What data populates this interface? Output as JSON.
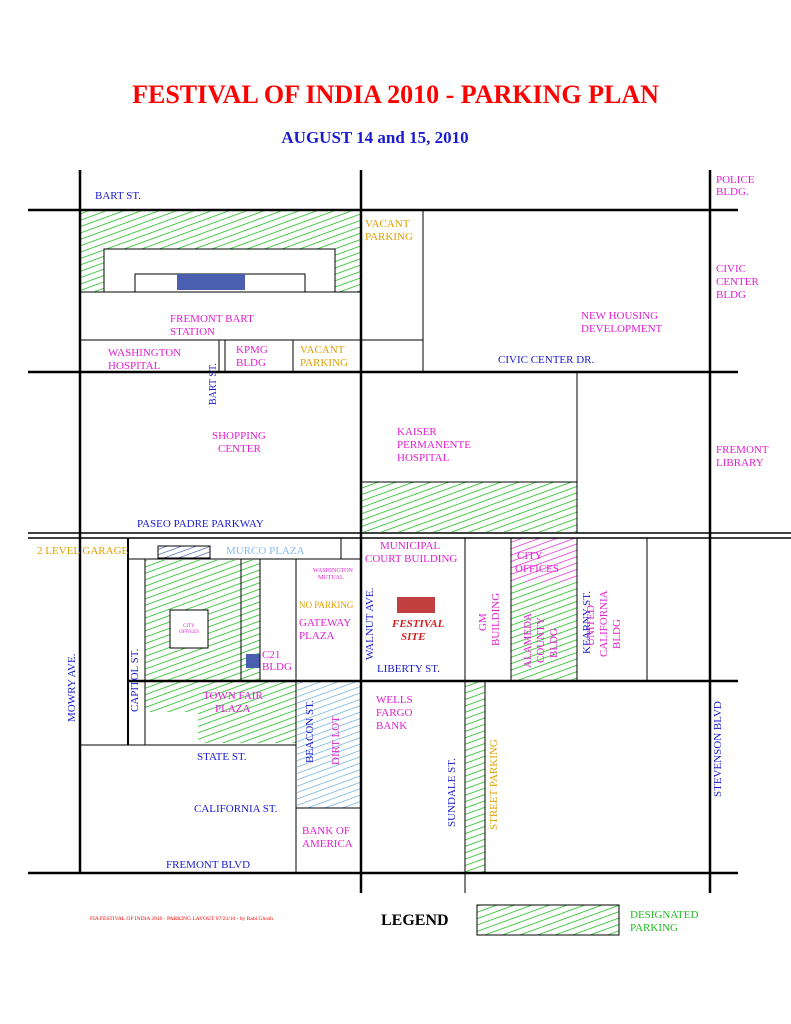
{
  "header": {
    "title": "FESTIVAL OF INDIA 2010 - PARKING PLAN",
    "subtitle": "AUGUST 14 and 15, 2010"
  },
  "colors": {
    "street_label": "#1a1ad0",
    "building_label": "#e020d0",
    "vacant_label": "#e0a000",
    "parking_green": "#22bb22",
    "festival_red": "#d02020",
    "dirt_lot_blue": "#66aadd",
    "marker_blue": "#4a5fb0",
    "festival_site_fill": "#c04040"
  },
  "streets": {
    "bart_st": "BART ST.",
    "bart_st_vertical": "BART ST.",
    "civic_center_dr": "CIVIC CENTER DR.",
    "paseo_padre": "PASEO PADRE PARKWAY",
    "walnut_ave": "WALNUT AVE.",
    "liberty_st": "LIBERTY ST.",
    "capitol_st": "CAPITOL ST.",
    "mowry_ave": "MOWRY AVE.",
    "state_st": "STATE ST.",
    "california_st": "CALIFORNIA ST.",
    "fremont_blvd": "FREMONT BLVD",
    "beacon_st": "BEACON ST.",
    "sundale_st": "SUNDALE ST.",
    "kearny_st": "KEARNY ST.",
    "stevenson_blvd": "STEVENSON BLVD"
  },
  "places": {
    "police_bldg": [
      "POLICE",
      "BLDG."
    ],
    "vacant_parking_top": [
      "VACANT",
      "PARKING"
    ],
    "civic_center_bldg": [
      "CIVIC",
      "CENTER",
      "BLDG"
    ],
    "fremont_bart_station": [
      "FREMONT BART",
      "STATION"
    ],
    "new_housing": [
      "NEW HOUSING",
      "DEVELOPMENT"
    ],
    "washington_hospital": [
      "WASHINGTON",
      "HOSPITAL"
    ],
    "kpmg_bldg": [
      "KPMG",
      "BLDG"
    ],
    "vacant_parking_mid": [
      "VACANT",
      "PARKING"
    ],
    "shopping_center": [
      "SHOPPING",
      "CENTER"
    ],
    "kaiser": [
      "KAISER",
      "PERMANENTE",
      "HOSPITAL"
    ],
    "fremont_library": [
      "FREMONT",
      "LIBRARY"
    ],
    "two_level_garage": "2 LEVEL GARAGE",
    "murco_plaza": "MURCO PLAZA",
    "municipal_court": [
      "MUNICIPAL",
      "COURT BUILDING"
    ],
    "city_offices_right": [
      "CITY",
      "OFFICES"
    ],
    "washington_mutual": [
      "WASHINGTON",
      "MUTUAL"
    ],
    "no_parking": "NO PARKING",
    "gateway_plaza": [
      "GATEWAY",
      "PLAZA"
    ],
    "festival_site": [
      "FESTIVAL",
      "SITE"
    ],
    "gm_building": [
      "GM",
      "BUILDING"
    ],
    "alameda_county": [
      "ALAMEDA",
      "COUNTY",
      "BLDG"
    ],
    "united_california": [
      "UNITED",
      "CALIFORNIA",
      "BLDG"
    ],
    "city_offices_left": [
      "CITY",
      "OFFICES"
    ],
    "c21_bldg": [
      "C21",
      "BLDG"
    ],
    "town_fair_plaza": [
      "TOWN FAIR",
      "PLAZA"
    ],
    "dirt_lot": "DIRT LOT",
    "wells_fargo": [
      "WELLS",
      "FARGO",
      "BANK"
    ],
    "street_parking": "STREET PARKING",
    "bank_of_america": [
      "BANK OF",
      "AMERICA"
    ]
  },
  "footer": {
    "credit": "FIA FESTIVAL OF INDIA 2010 - PARKING LAYOUT 07/23/10 - by Rabi Ghosh",
    "legend_title": "LEGEND",
    "legend_label": [
      "DESIGNATED",
      "PARKING"
    ]
  }
}
